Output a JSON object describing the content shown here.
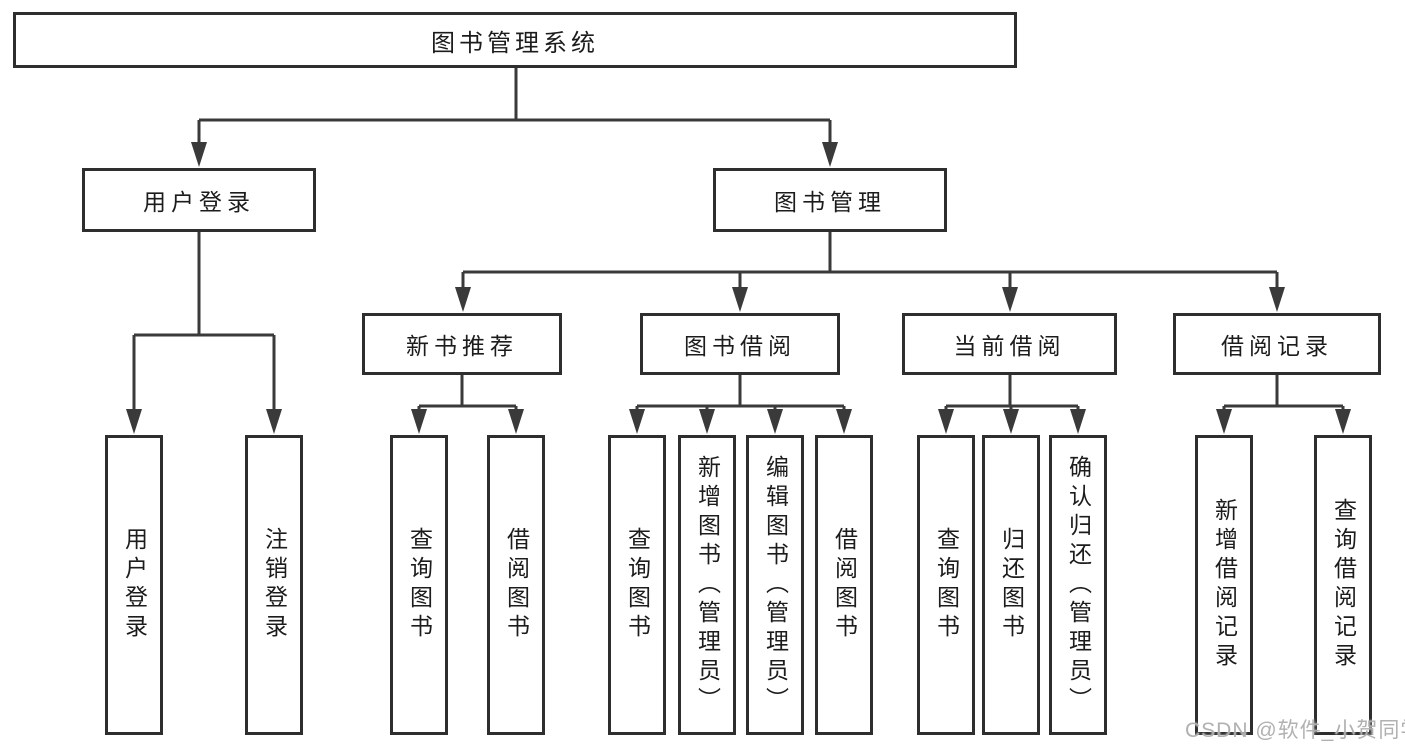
{
  "tree": {
    "root": "图书管理系统",
    "level2": [
      "用户登录",
      "图书管理"
    ],
    "level3": [
      "新书推荐",
      "图书借阅",
      "当前借阅",
      "借阅记录"
    ],
    "leaves_user_login": [
      "用户登录",
      "注销登录"
    ],
    "leaves_new_book": [
      "查询图书",
      "借阅图书"
    ],
    "leaves_book_borrow": [
      "查询图书",
      "新增图书（管理员）",
      "编辑图书（管理员）",
      "借阅图书"
    ],
    "leaves_current_borrow": [
      "查询图书",
      "归还图书",
      "确认归还（管理员）"
    ],
    "leaves_borrow_records": [
      "新增借阅记录",
      "查询借阅记录"
    ]
  },
  "watermark": "CSDN @软件_小贺同学",
  "colors": {
    "background": "#ffffff",
    "line": "#3a3a3a",
    "border": "#2e2e2e",
    "text": "#1c1c1c",
    "watermark": "#adadad"
  }
}
